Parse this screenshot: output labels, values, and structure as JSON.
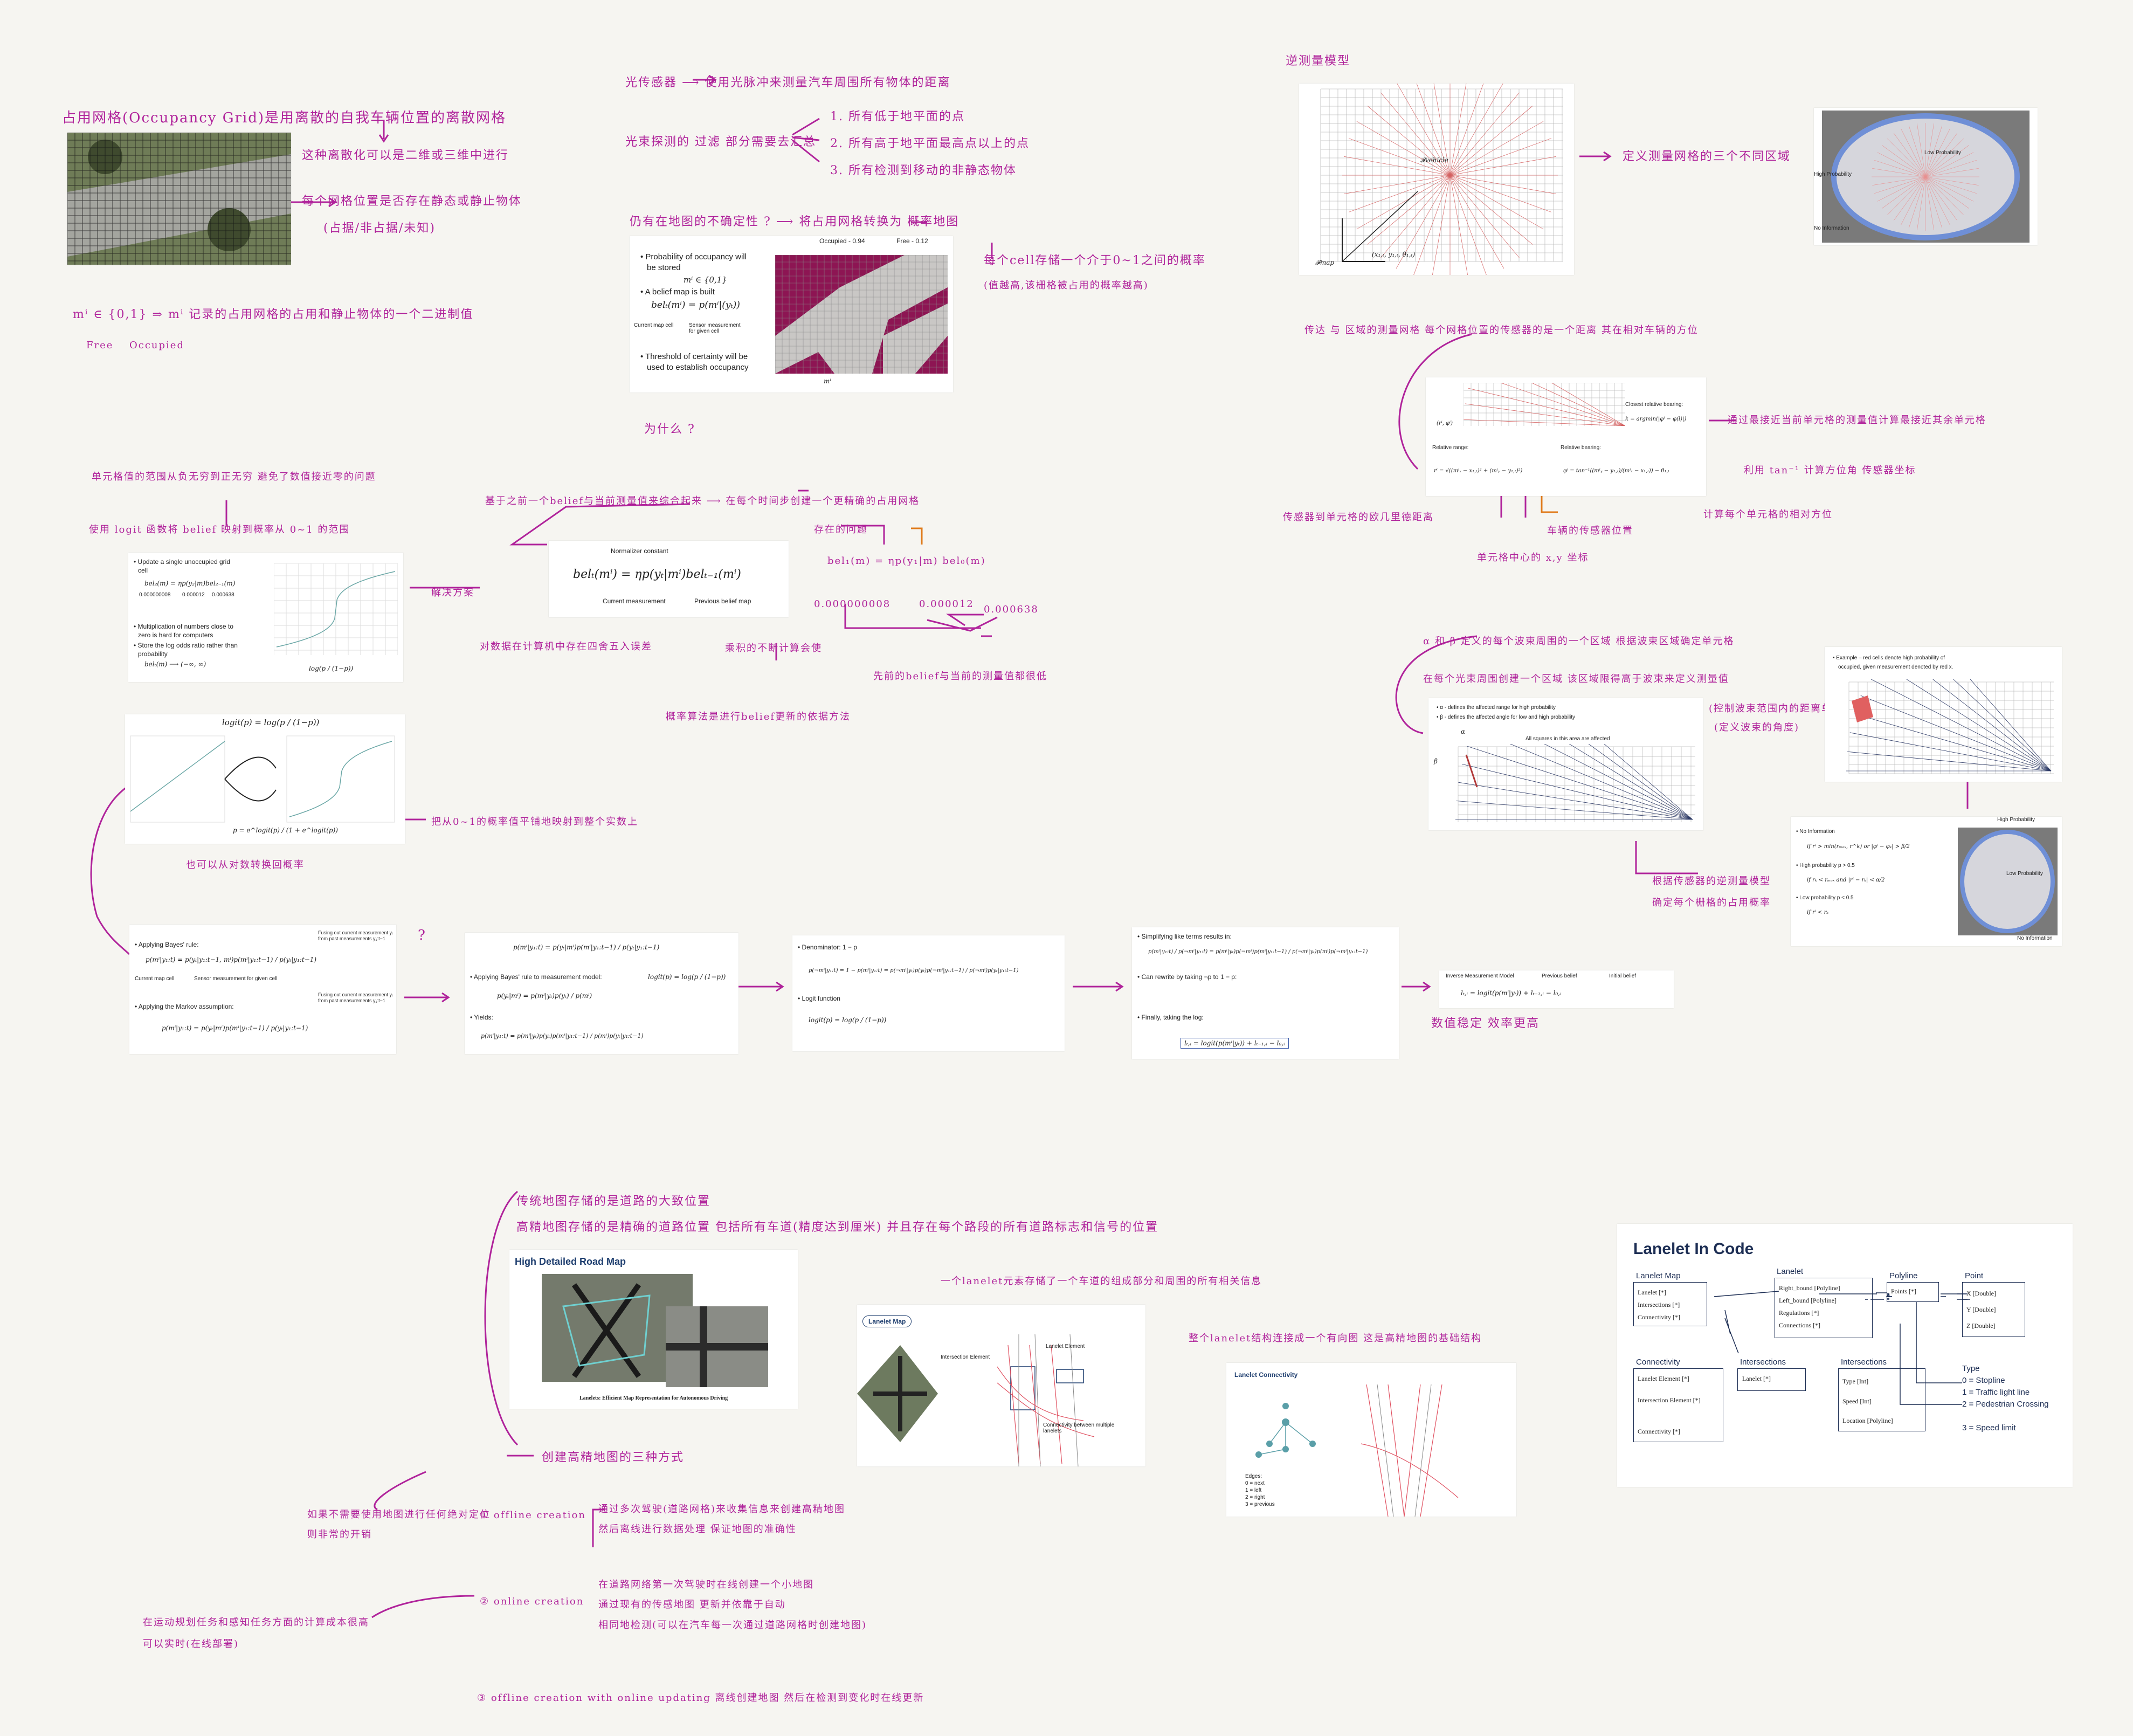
{
  "colors": {
    "ink": "#b0239b",
    "background": "#f6f5f1",
    "occupied": "#8d1553",
    "orange": "#e07a1a"
  },
  "notes": {
    "grid_title": "占用网格(Occupancy Grid)是用离散的自我车辆位置的离散网格",
    "grid_sub": "这种离散化可以是二维或三维中进行",
    "grid_cell": "每个网格位置是否存在静态或静止物体",
    "grid_cell2": "(占据/非占据/未知)",
    "mi_def": "mⁱ ∈ {0,1} ⇒ mⁱ 记录的占用网格的占用和静止物体的一个二进制值",
    "free": "Free",
    "occ": "Occupied",
    "lidar": "光传感器 ⟶ 使用光脉冲来测量汽车周围所有物体的距离",
    "filter": "光束探测的 过滤 部分需要去汇总",
    "f1": "1. 所有低于地平面的点",
    "f2": "2. 所有高于地平面最高点以上的点",
    "f3": "3. 所有检测到移动的非静态物体",
    "belief_q": "仍有在地图的不确定性 ? ⟶ 将占用网格转换为 概率地图",
    "belief_each": "每个cell存储一个介于0~1之间的概率",
    "belief_each2": "(值越高,该栅格被占用的概率越高)",
    "why": "为什么 ?",
    "multi": "基于之前一个belief与当前测量值来综合起来 ⟶ 在每个时间步创建一个更精确的占用网格",
    "q_label": "存在的问题",
    "nums_a": "0.000000008",
    "nums_b": "0.000012",
    "nums_c": "0.000638",
    "nums_row": "bel₁(m) = ηp(y₁|m) bel₀(m)",
    "sol": "解决方案",
    "product": "乘积的不断计算会使",
    "precise": "对数据在计算机中存在四舍五入误差",
    "recur": "先前的belief与当前的测量值都很低",
    "bayes_note": "概率算法是进行belief更新的依据方法",
    "range_top": "单元格值的范围从负无穷到正无穷  避免了数值接近零的问题",
    "logit_use": "使用 logit 函数将 belief 映射到概率从 0~1 的范围",
    "logit_map": "把从0~1的概率值平铺地映射到整个实数上",
    "logit_inv": "也可以从对数转换回概率",
    "q_mark": "?",
    "inv_label": "数值稳定  效率更高",
    "sensor_model": "逆测量模型",
    "sensor_def": "定义测量网格的三个不同区域",
    "rel_desc": "传达 与 区域的测量网格  每个网格位置的传感器的是一个距离 其在相对车辆的方位",
    "rel_euclid": "传感器到单元格的欧几里德距离",
    "rel_center": "单元格中心的 x,y 坐标",
    "rel_sensor": "车辆的传感器位置",
    "rel_tan": "利用 tan⁻¹ 计算方位角 传感器坐标",
    "rel_cell": "计算每个单元格的相对方位",
    "rel_bear": "通过最接近当前单元格的测量值计算最接近其余单元格",
    "alpha_desc": "α 和 β 定义的每个波束周围的一个区域  根据波束区域确定单元格",
    "alpha_desc2": "在每个光束周围创建一个区域  该区域限得高于波束来定义测量值",
    "alpha_r1": "(控制波束范围内的距离单元)",
    "alpha_r2": "(定义波束的角度)",
    "inv_model_note": "根据传感器的逆测量模型",
    "inv_model_note2": "确定每个栅格的占用概率",
    "hd_map": "传统地图存储的是道路的大致位置",
    "hd_map2": "高精地图存储的是精确的道路位置 包括所有车道(精度达到厘米) 并且存在每个路段的所有道路标志和信号的位置",
    "lanelet_el": "一个lanelet元素存储了一个车道的组成部分和周围的所有相关信息",
    "lanelet_full": "整个lanelet结构连接成一个有向图  这是高精地图的基础结构",
    "create": "创建高精地图的三种方式",
    "c_need": "如果不需要使用地图进行任何绝对定位",
    "c_need2": "则非常的开销",
    "c1": "① offline creation",
    "c1a": "通过多次驾驶(道路网格)来收集信息来创建高精地图",
    "c1b": "然后离线进行数据处理  保证地图的准确性",
    "c2": "② online creation",
    "c2a": "在道路网络第一次驾驶时在线创建一个小地图",
    "c2b": "通过现有的传感地图 更新并依靠于自动",
    "c2c": "相同地检测(可以在汽车每一次通过道路网格时创建地图)",
    "c2d": "在运动规划任务和感知任务方面的计算成本很高",
    "c2e": "可以实时(在线部署)",
    "c3": "③ offline creation with online updating  离线创建地图  然后在检测到变化时在线更新"
  },
  "card_grid": {
    "label": "aerial grid"
  },
  "card_belief": {
    "b1": "• Probability of occupancy will",
    "b1b": "be stored",
    "m_in": "mⁱ ∈ {0,1}",
    "b2": "• A belief map is built",
    "bel": "belₜ(mⁱ) = p(mⁱ|(yₜ))",
    "cur_cell": "Current map cell",
    "sensor_meas": "Sensor measurement for given cell",
    "b3": "• Threshold of certainty will be",
    "b3b": "used to establish occupancy",
    "occ_lbl": "Occupied - 0.94",
    "free_lbl": "Free - 0.12",
    "mi": "mⁱ"
  },
  "card_update": {
    "l1": "• Update a single unoccupied grid",
    "l1b": "cell",
    "eq1": "bel₂(m) = ηp(y₂|m)bel₂₋₁(m)",
    "n1": "0.000000008",
    "n2": "0.000012",
    "n3": "0.000638",
    "l2": "• Multiplication of numbers close to",
    "l2b": "zero is hard for computers",
    "l3": "• Store the log odds ratio rather than",
    "l3b": "probability",
    "eq2": "belₜ(m) ⟶ (−∞, ∞)",
    "logf": "log(p / (1−p))"
  },
  "card_norm": {
    "label": "Normalizer constant",
    "eq": "belₜ(mⁱ) = ηp(yₜ|mⁱ)belₜ₋₁(mⁱ)",
    "cur": "Current measurement",
    "prev": "Previous belief map"
  },
  "card_logit": {
    "title": "logit(p) = log(p / (1−p))",
    "inv": "p = e^logit(p) / (1 + e^logit(p))"
  },
  "card_bayes1": {
    "h1": "• Applying Bayes' rule:",
    "eq1": "p(mⁱ|y₁:t) = p(yₜ|y₁:t−1, mⁱ)p(mⁱ|y₁:t−1) / p(yₜ|y₁:t−1)",
    "cur": "Current map cell",
    "sens": "Sensor measurement for given cell",
    "note1": "Fusing out current measurement yₜ from past measurements y₁:t−1",
    "h2": "• Applying the Markov assumption:",
    "eq2": "p(mⁱ|y₁:t) = p(yₜ|mⁱ)p(mⁱ|y₁:t−1) / p(yₜ|y₁:t−1)",
    "note2": "Fusing out current measurement yₜ from past measurements y₁:t−1"
  },
  "card_bayes2": {
    "eq1": "p(mⁱ|y₁:t) = p(yₜ|mⁱ)p(mⁱ|y₁:t−1) / p(yₜ|y₁:t−1)",
    "h2": "• Applying Bayes' rule to measurement model:",
    "eq2": "p(yₜ|mⁱ) = p(mⁱ|yₜ)p(yₜ) / p(mⁱ)",
    "h3": "• Yields:",
    "eq3": "p(mⁱ|y₁:t) = p(mⁱ|yₜ)p(yₜ)p(mⁱ|y₁:t−1) / p(mⁱ)p(yₜ|y₁:t−1)",
    "logit": "logit(p) = log(p / (1−p))"
  },
  "card_bayes3": {
    "h1": "• Denominator: 1 − p",
    "eq1": "p(¬mⁱ|y₁:t) = 1 − p(mⁱ|y₁:t) = p(¬mⁱ|yₜ)p(yₜ)p(¬mⁱ|y₁:t−1) / p(¬mⁱ)p(yₜ|y₁:t−1)",
    "h2": "• Logit function",
    "eq2": "logit(p) = log(p / (1−p))"
  },
  "card_bayes4": {
    "h1": "• Simplifying like terms results in:",
    "eq1": "p(mⁱ|y₁:t) / p(¬mⁱ|y₁:t) = p(mⁱ|yₜ)p(¬mⁱ)p(mⁱ|y₁:t−1) / p(¬mⁱ|yₜ)p(mⁱ)p(¬mⁱ|y₁:t−1)",
    "h2": "• Can rewrite by taking ¬p to 1 − p:",
    "h3": "• Finally, taking the log:",
    "eq3": "lₜ,ᵢ = logit(p(mⁱ|yₜ)) + lₜ₋₁,ᵢ − l₀,ᵢ"
  },
  "card_inv": {
    "l1": "Inverse Measurement Model",
    "l2": "Previous belief",
    "l3": "Initial belief",
    "eq": "lₜ,ᵢ = logit(p(mⁱ|yₜ)) + lₜ₋₁,ᵢ − l₀,ᵢ"
  },
  "card_sensor": {
    "fmap": "𝓕map",
    "fveh": "𝓕vehicle",
    "pose": "(x₁,ₜ, y₁,ₜ, θ₁,ₜ)"
  },
  "card_prob": {
    "high": "High Probability",
    "low": "Low Probability",
    "noinfo": "No Information"
  },
  "card_rel": {
    "closest": "Closest relative bearing:",
    "k": "k = argmin(|φⁱ − φ(l)|)",
    "range": "Relative range:",
    "r": "rⁱ = √((mⁱₓ − x₁,ₜ)² + (mⁱᵧ − y₁,ₜ)²)",
    "bearing": "Relative bearing:",
    "phi": "φⁱ = tan⁻¹((mⁱᵧ − y₁,ₜ)/(mⁱₓ − x₁,ₜ)) − θ₁,ₜ",
    "rp": "(rⁱ, φⁱ)"
  },
  "card_alpha": {
    "a": "• α - defines the affected range for high probability",
    "b": "• β - defines the affected angle for low and high probability",
    "all": "All squares in this area are affected",
    "alpha": "α",
    "beta": "β"
  },
  "card_example": {
    "t": "• Example – red cells denote high probability of",
    "t2": "occupied, given measurement denoted by red x."
  },
  "card_rules": {
    "no": "• No Information",
    "no_c": "if rⁱ > min(rₘₐₓ, r^k) or |φⁱ − φₖ| > β/2",
    "hi": "• High probability p > 0.5",
    "hi_c": "if rₖ < rₘₐₓ and |rⁱ − rₖ| < α/2",
    "lo": "• Low probability p < 0.5",
    "lo_c": "if rⁱ < rₖ",
    "hp": "High Probability",
    "lp": "Low Probability",
    "ni": "No Information"
  },
  "card_hd": {
    "title": "High Detailed Road Map",
    "caption": "Lanelets: Efficient Map Representation for Autonomous Driving"
  },
  "card_lanelet_map": {
    "title": "Lanelet Map",
    "ie": "Intersection Element",
    "le": "Lanelet Element",
    "conn": "Connectivity between multiple lanelets"
  },
  "card_conn": {
    "title": "Lanelet Connectivity",
    "edges": "Edges:",
    "e0": "0 = next",
    "e1": "1 = left",
    "e2": "2 = right",
    "e3": "3 = previous"
  },
  "card_code": {
    "title": "Lanelet In Code",
    "map": "Lanelet Map",
    "map_items": [
      "Lanelet [*]",
      "Intersections [*]",
      "Connectivity [*]"
    ],
    "lanelet": "Lanelet",
    "lanelet_items": [
      "Right_bound [Polyline]",
      "Left_bound [Polyline]",
      "Regulations [*]",
      "Connections [*]"
    ],
    "polyline": "Polyline",
    "poly_items": [
      "Points [*]"
    ],
    "point": "Point",
    "point_items": [
      "X [Double]",
      "Y [Double]",
      "Z [Double]"
    ],
    "conn": "Connectivity",
    "conn_items": [
      "Lanelet Element [*]",
      "Intersection Element [*]",
      "Connectivity [*]"
    ],
    "inter1": "Intersections",
    "inter1_items": [
      "Lanelet [*]"
    ],
    "inter2": "Intersections",
    "inter2_items": [
      "Type [Int]",
      "Speed [Int]",
      "Location [Polyline]"
    ],
    "type": "Type",
    "type_items": [
      "0 = Stopline",
      "1 = Traffic light line",
      "2 = Pedestrian Crossing",
      "3 = Speed limit"
    ]
  }
}
